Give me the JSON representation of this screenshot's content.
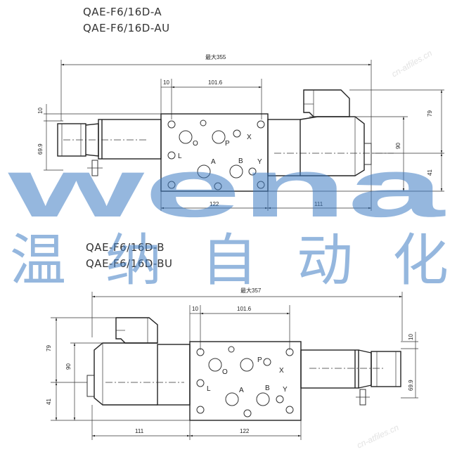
{
  "watermark": {
    "brand_text": "wena",
    "chinese_text": "温纳自动化",
    "chinese_chars": [
      "温",
      "纳",
      "自",
      "动",
      "化"
    ],
    "color": "#3e7cc4",
    "url_text": "cn-atfiles.cn"
  },
  "top_drawing": {
    "model_a": "QAE-F6/16D-A",
    "model_au": "QAE-F6/16D-AU",
    "dim_overall": "最大355",
    "dim_10": "10",
    "dim_101_6": "101.6",
    "dim_left_10": "10",
    "dim_69_9": "69.9",
    "dim_79": "79",
    "dim_90": "90",
    "dim_41": "41",
    "dim_122": "122",
    "dim_111": "111",
    "ports": {
      "O": "O",
      "P": "P",
      "X": "X",
      "L": "L",
      "A": "A",
      "B": "B",
      "Y": "Y"
    }
  },
  "bottom_drawing": {
    "model_b": "QAE-F6/16D-B",
    "model_bu": "QAE-F6/16D-BU",
    "dim_overall": "最大357",
    "dim_10": "10",
    "dim_101_6": "101.6",
    "dim_right_10": "10",
    "dim_69_9": "69.9",
    "dim_79": "79",
    "dim_90": "90",
    "dim_41": "41",
    "dim_111": "111",
    "dim_122": "122",
    "ports": {
      "O": "O",
      "P": "P",
      "X": "X",
      "L": "L",
      "A": "A",
      "B": "B",
      "Y": "Y"
    }
  }
}
